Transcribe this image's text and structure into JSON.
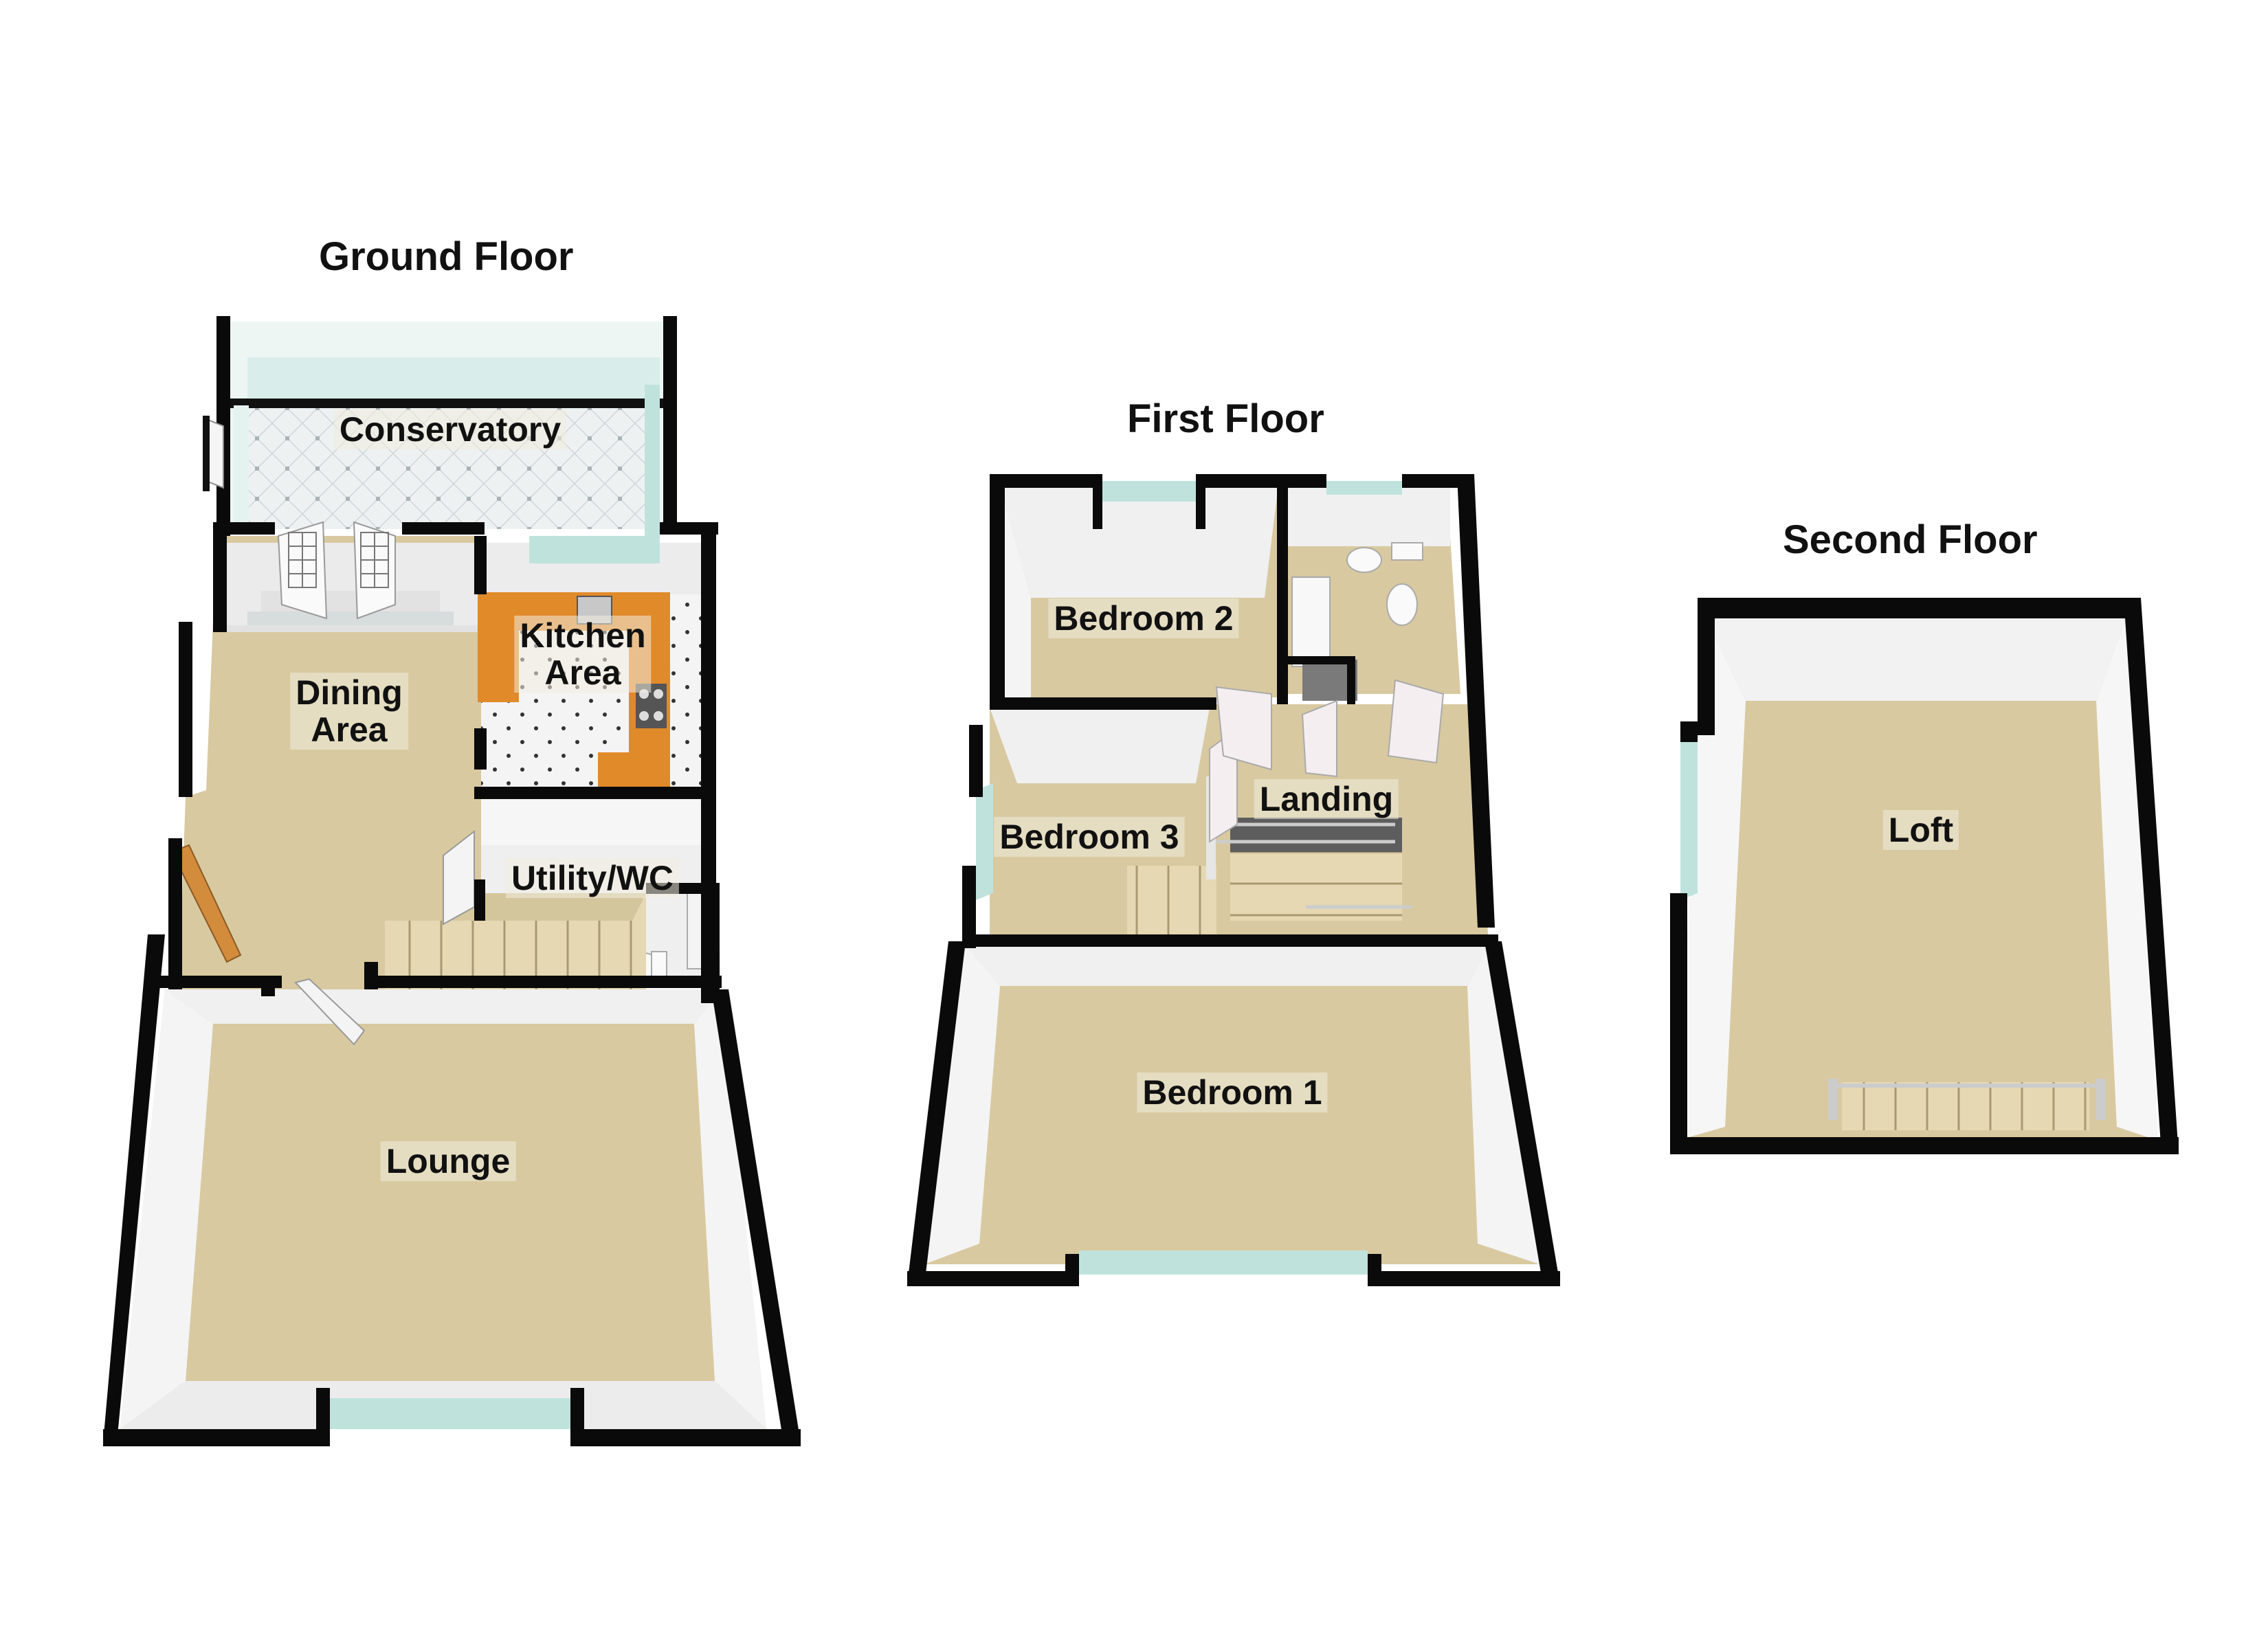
{
  "floors": [
    {
      "title": "Ground Floor",
      "rooms": [
        {
          "key": "conservatory",
          "label": "Conservatory"
        },
        {
          "key": "kitchen",
          "label": "Kitchen\nArea"
        },
        {
          "key": "dining",
          "label": "Dining\nArea"
        },
        {
          "key": "utility",
          "label": "Utility/WC"
        },
        {
          "key": "lounge",
          "label": "Lounge"
        }
      ]
    },
    {
      "title": "First Floor",
      "rooms": [
        {
          "key": "bedroom2",
          "label": "Bedroom 2"
        },
        {
          "key": "landing",
          "label": "Landing"
        },
        {
          "key": "bedroom3",
          "label": "Bedroom 3"
        },
        {
          "key": "bedroom1",
          "label": "Bedroom 1"
        }
      ]
    },
    {
      "title": "Second Floor",
      "rooms": [
        {
          "key": "loft",
          "label": "Loft"
        }
      ]
    }
  ],
  "colors": {
    "wall": "#0a0a0a",
    "carpet": "#d8c9a0",
    "inner_wall": "#f2f2f2",
    "tile": "#eceff0",
    "glass": "#bfe3dc",
    "worktop": "#e08a2a",
    "stairs": "#e3d7b1"
  }
}
